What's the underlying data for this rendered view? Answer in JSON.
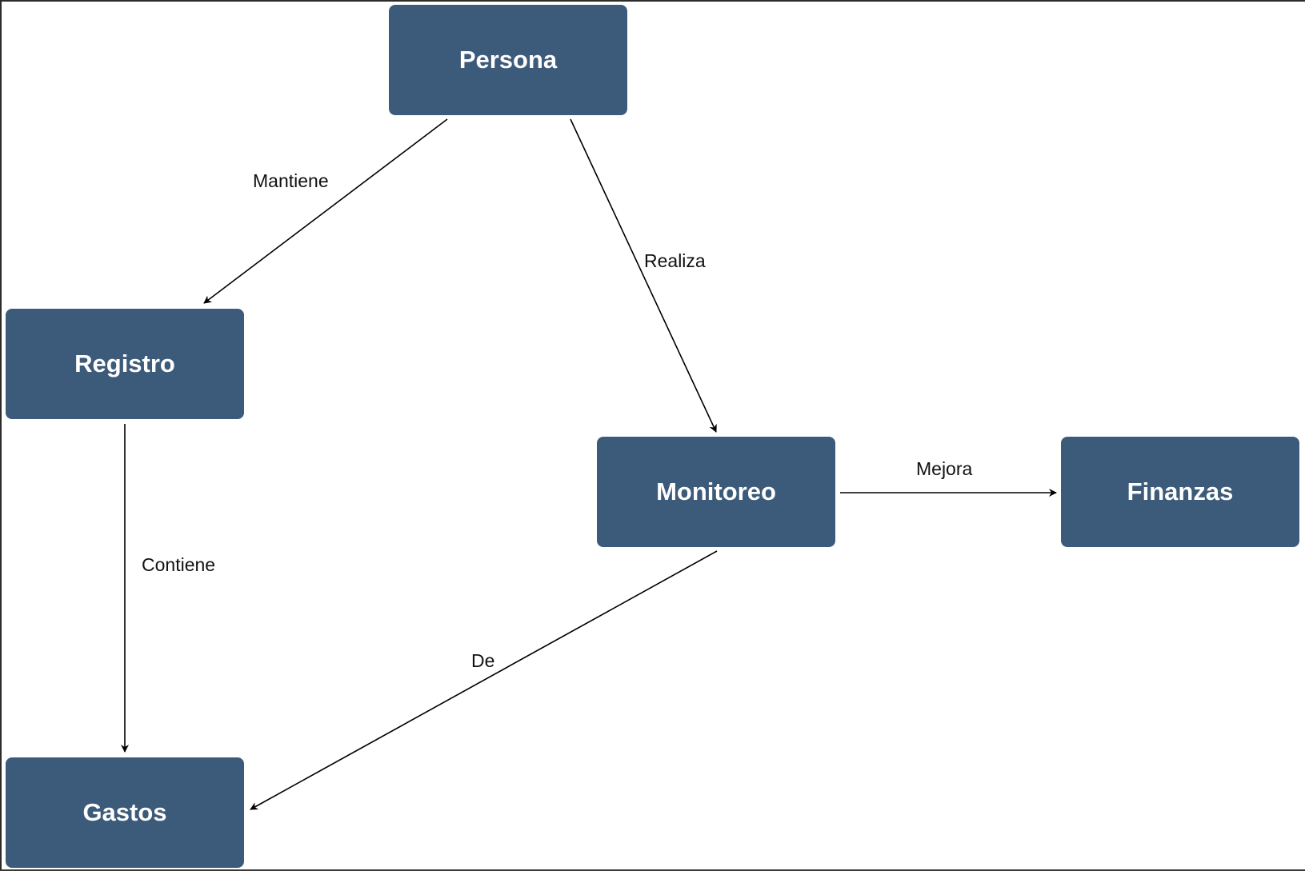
{
  "diagram": {
    "nodes": {
      "persona": "Persona",
      "registro": "Registro",
      "monitoreo": "Monitoreo",
      "finanzas": "Finanzas",
      "gastos": "Gastos"
    },
    "edges": {
      "mantiene": "Mantiene",
      "realiza": "Realiza",
      "contiene": "Contiene",
      "mejora": "Mejora",
      "de": "De"
    },
    "colors": {
      "node_fill": "#3c5a79",
      "node_text": "#ffffff",
      "edge_line": "#000000",
      "background": "#ffffff"
    }
  }
}
